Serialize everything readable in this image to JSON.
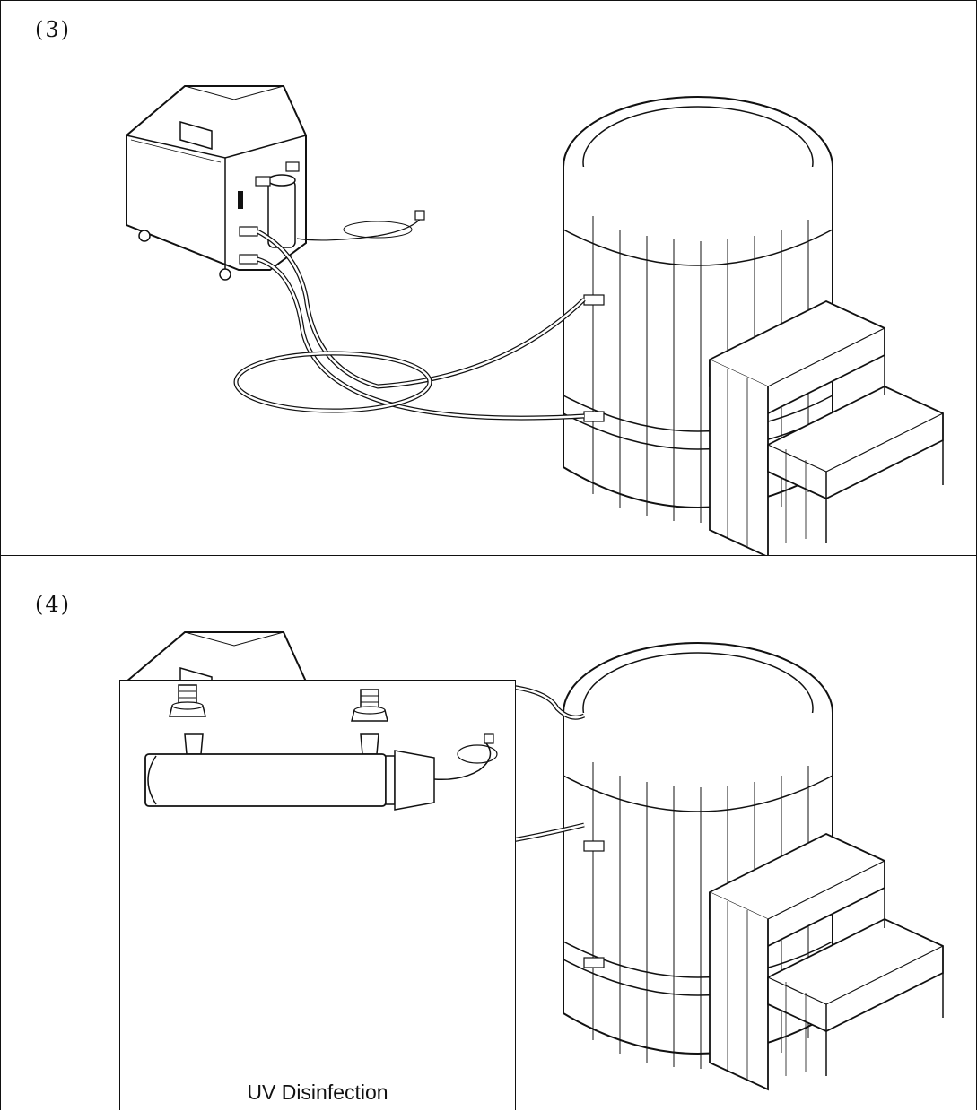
{
  "panels": [
    {
      "id": "3",
      "label": "(3)"
    },
    {
      "id": "4",
      "label": "(4)"
    }
  ],
  "inset": {
    "caption": "UV Disinfection"
  },
  "colors": {
    "line": "#111111",
    "background": "#ffffff"
  }
}
